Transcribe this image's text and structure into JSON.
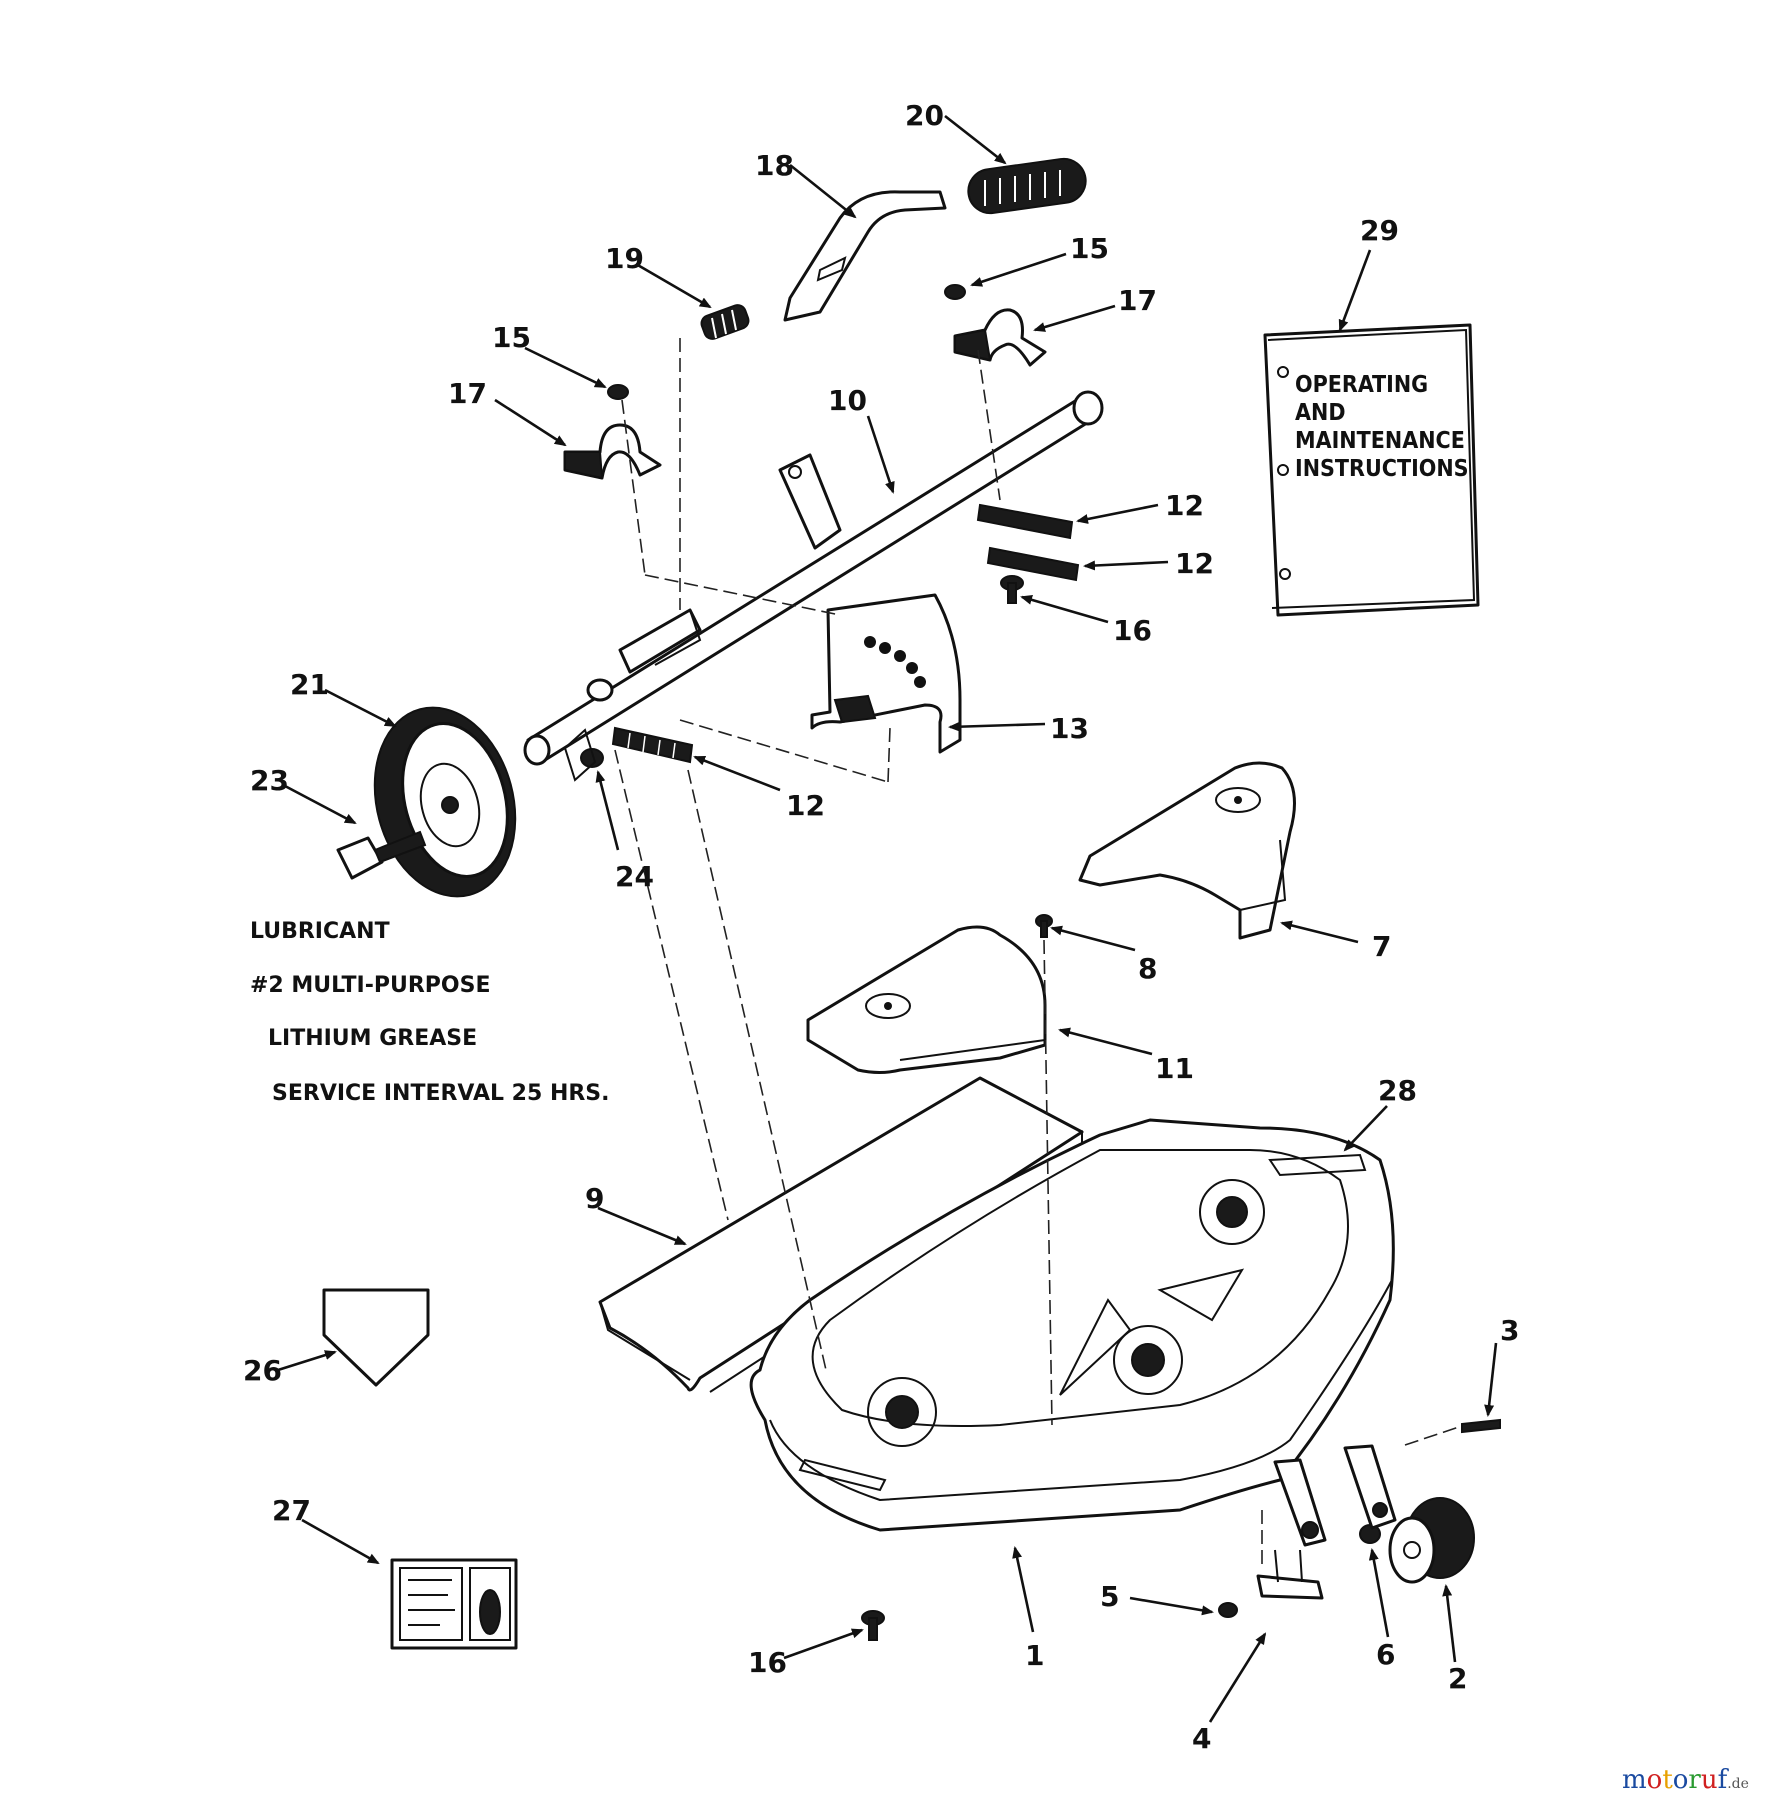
{
  "callouts": [
    "20",
    "18",
    "19",
    "15",
    "15",
    "17",
    "17",
    "29",
    "10",
    "12",
    "12",
    "16",
    "13",
    "21",
    "23",
    "12",
    "24",
    "7",
    "8",
    "11",
    "28",
    "9",
    "3",
    "26",
    "27",
    "5",
    "16",
    "1",
    "4",
    "6",
    "2"
  ],
  "manual": {
    "line1": "OPERATING",
    "line2": "AND",
    "line3": "MAINTENANCE",
    "line4": "INSTRUCTIONS"
  },
  "lubricant_note": {
    "line1": "LUBRICANT",
    "line2": "#2 MULTI-PURPOSE",
    "line3": "LITHIUM GREASE",
    "line4": "SERVICE INTERVAL 25 HRS."
  },
  "watermark": {
    "text": "motoruf",
    "suffix": ".de",
    "letter_colors": [
      "#1a4aa0",
      "#d02020",
      "#e8a000",
      "#1a4aa0",
      "#2a9a30",
      "#d02020",
      "#1a4aa0"
    ]
  }
}
